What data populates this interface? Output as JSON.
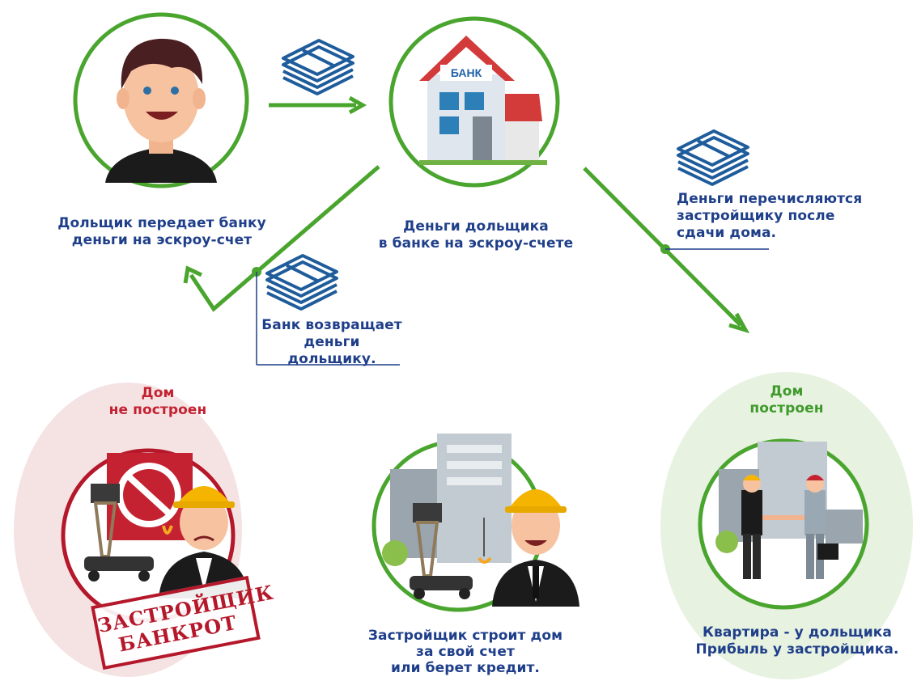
{
  "nodes": {
    "investor": {
      "label_line1": "Дольщик передает банку",
      "label_line2": "деньги на эскроу-счет"
    },
    "bank": {
      "sign": "БАНК",
      "label_line1": "Деньги дольщика",
      "label_line2": "в банке на эскроу-счете"
    },
    "transfer_note": {
      "line1": "Деньги перечисляются",
      "line2": "застройщику после",
      "line3": "сдачи дома."
    },
    "refund_note": {
      "line1": "Банк возвращает",
      "line2": "деньги дольщику."
    },
    "not_built": {
      "line1": "Дом",
      "line2": "не построен",
      "stamp_line1": "ЗАСТРОЙЩИК",
      "stamp_line2": "БАНКРОТ"
    },
    "building": {
      "line1": "Застройщик строит дом",
      "line2": "за свой счет",
      "line3": "или берет кредит."
    },
    "built": {
      "line1": "Дом",
      "line2": "построен",
      "caption_line1": "Квартира - у дольщика",
      "caption_line2": "Прибыль у застройщика."
    }
  },
  "colors": {
    "arrow_green": "#4aa52e",
    "text_blue": "#1f3f8a",
    "red": "#c42131",
    "pink_bg": "#f5e3e4",
    "green_bg": "#e7f2e0"
  }
}
